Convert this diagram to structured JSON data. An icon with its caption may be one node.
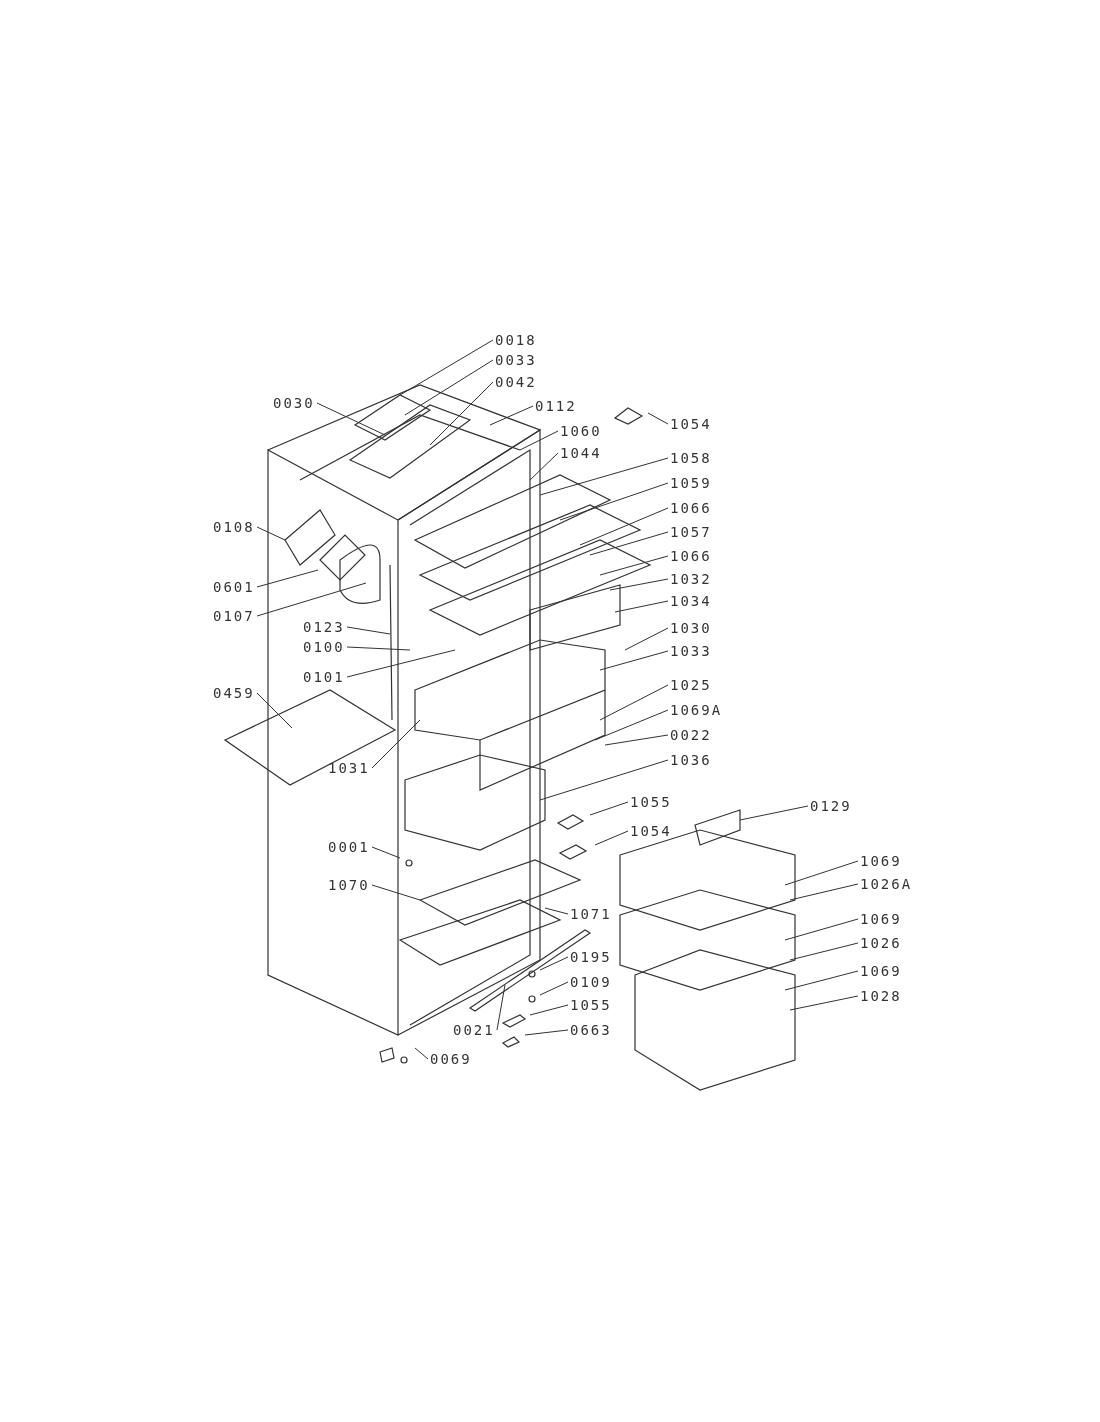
{
  "diagram": {
    "nodes": [
      {
        "text": [
          "0018"
        ]
      },
      {
        "text": [
          "0033"
        ]
      },
      {
        "text": [
          "0042"
        ]
      },
      {
        "text": [
          "0030"
        ]
      },
      {
        "text": [
          "0112"
        ]
      },
      {
        "text": [
          "1054"
        ]
      },
      {
        "text": [
          "1060"
        ]
      },
      {
        "text": [
          "1044"
        ]
      },
      {
        "text": [
          "1058"
        ]
      },
      {
        "text": [
          "1059"
        ]
      },
      {
        "text": [
          "0108"
        ]
      },
      {
        "text": [
          "1066"
        ]
      },
      {
        "text": [
          "1057"
        ]
      },
      {
        "text": [
          "1066"
        ]
      },
      {
        "text": [
          "0601"
        ]
      },
      {
        "text": [
          "1032"
        ]
      },
      {
        "text": [
          "1034"
        ]
      },
      {
        "text": [
          "0107"
        ]
      },
      {
        "text": [
          "0123"
        ]
      },
      {
        "text": [
          "1030"
        ]
      },
      {
        "text": [
          "0100"
        ]
      },
      {
        "text": [
          "1033"
        ]
      },
      {
        "text": [
          "0101"
        ]
      },
      {
        "text": [
          "1025"
        ]
      },
      {
        "text": [
          "0459"
        ]
      },
      {
        "text": [
          "1069A"
        ]
      },
      {
        "text": [
          "0022"
        ]
      },
      {
        "text": [
          "1031"
        ]
      },
      {
        "text": [
          "1036"
        ]
      },
      {
        "text": [
          "1055"
        ]
      },
      {
        "text": [
          "0129"
        ]
      },
      {
        "text": [
          "1054"
        ]
      },
      {
        "text": [
          "0001"
        ]
      },
      {
        "text": [
          "1069"
        ]
      },
      {
        "text": [
          "1026A"
        ]
      },
      {
        "text": [
          "1070"
        ]
      },
      {
        "text": [
          "1071"
        ]
      },
      {
        "text": [
          "1069"
        ]
      },
      {
        "text": [
          "1026"
        ]
      },
      {
        "text": [
          "0195"
        ]
      },
      {
        "text": [
          "1069"
        ]
      },
      {
        "text": [
          "0109"
        ]
      },
      {
        "text": [
          "1028"
        ]
      },
      {
        "text": [
          "1055"
        ]
      },
      {
        "text": [
          "0021"
        ]
      },
      {
        "text": [
          "0663"
        ]
      },
      {
        "text": [
          "0069"
        ]
      }
    ],
    "edges": [
      {
        "from": 0,
        "to": null,
        "arrow": "none"
      },
      {
        "from": 1,
        "to": null,
        "arrow": "none"
      },
      {
        "from": 2,
        "to": null,
        "arrow": "none"
      },
      {
        "from": 3,
        "to": null,
        "arrow": "none"
      },
      {
        "from": 4,
        "to": null,
        "arrow": "none"
      },
      {
        "from": 5,
        "to": null,
        "arrow": "none"
      },
      {
        "from": 6,
        "to": null,
        "arrow": "none"
      },
      {
        "from": 7,
        "to": null,
        "arrow": "none"
      },
      {
        "from": 8,
        "to": null,
        "arrow": "none"
      },
      {
        "from": 9,
        "to": null,
        "arrow": "none"
      },
      {
        "from": 10,
        "to": null,
        "arrow": "none"
      },
      {
        "from": 11,
        "to": null,
        "arrow": "none"
      },
      {
        "from": 12,
        "to": null,
        "arrow": "none"
      },
      {
        "from": 13,
        "to": null,
        "arrow": "none"
      },
      {
        "from": 14,
        "to": null,
        "arrow": "none"
      },
      {
        "from": 15,
        "to": null,
        "arrow": "none"
      },
      {
        "from": 16,
        "to": null,
        "arrow": "none"
      },
      {
        "from": 17,
        "to": null,
        "arrow": "none"
      },
      {
        "from": 18,
        "to": null,
        "arrow": "none"
      },
      {
        "from": 19,
        "to": null,
        "arrow": "none"
      },
      {
        "from": 20,
        "to": null,
        "arrow": "none"
      },
      {
        "from": 21,
        "to": null,
        "arrow": "none"
      },
      {
        "from": 22,
        "to": null,
        "arrow": "none"
      },
      {
        "from": 23,
        "to": null,
        "arrow": "none"
      },
      {
        "from": 24,
        "to": null,
        "arrow": "none"
      },
      {
        "from": 25,
        "to": null,
        "arrow": "none"
      },
      {
        "from": 26,
        "to": null,
        "arrow": "none"
      },
      {
        "from": 27,
        "to": null,
        "arrow": "none"
      },
      {
        "from": 28,
        "to": null,
        "arrow": "none"
      },
      {
        "from": 29,
        "to": null,
        "arrow": "none"
      },
      {
        "from": 30,
        "to": null,
        "arrow": "none"
      },
      {
        "from": 31,
        "to": null,
        "arrow": "none"
      },
      {
        "from": 32,
        "to": null,
        "arrow": "none"
      },
      {
        "from": 33,
        "to": null,
        "arrow": "none"
      },
      {
        "from": 34,
        "to": null,
        "arrow": "none"
      },
      {
        "from": 35,
        "to": null,
        "arrow": "none"
      },
      {
        "from": 36,
        "to": null,
        "arrow": "none"
      },
      {
        "from": 37,
        "to": null,
        "arrow": "none"
      },
      {
        "from": 38,
        "to": null,
        "arrow": "none"
      },
      {
        "from": 39,
        "to": null,
        "arrow": "none"
      },
      {
        "from": 40,
        "to": null,
        "arrow": "none"
      },
      {
        "from": 41,
        "to": null,
        "arrow": "none"
      },
      {
        "from": 42,
        "to": null,
        "arrow": "none"
      },
      {
        "from": 43,
        "to": null,
        "arrow": "none"
      },
      {
        "from": 44,
        "to": null,
        "arrow": "none"
      },
      {
        "from": 45,
        "to": null,
        "arrow": "none"
      },
      {
        "from": 46,
        "to": null,
        "arrow": "none"
      }
    ]
  }
}
